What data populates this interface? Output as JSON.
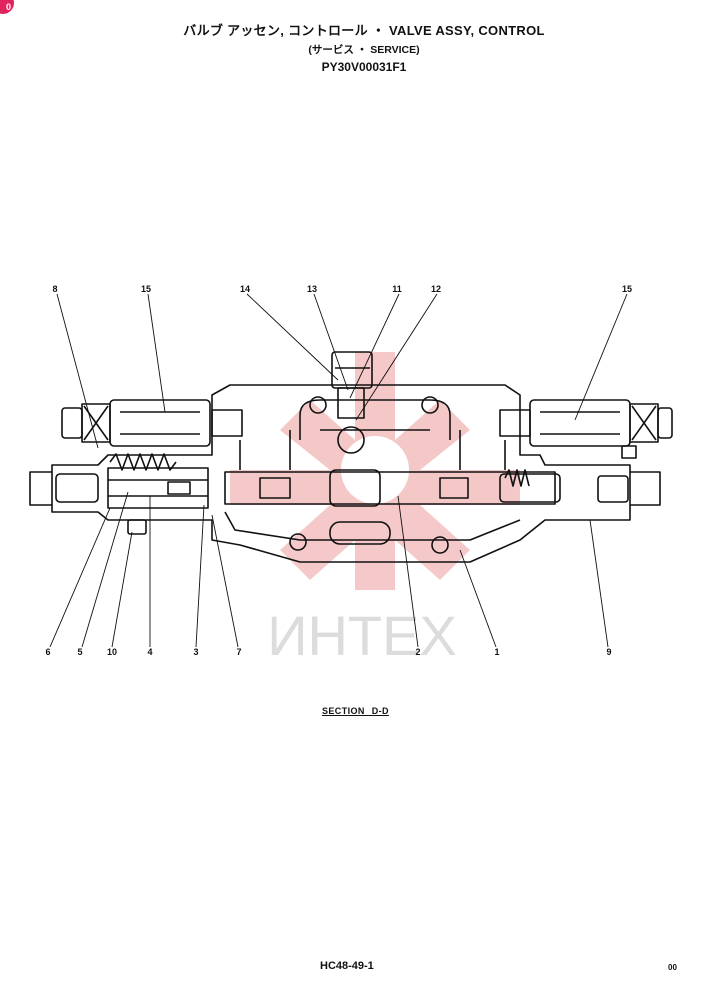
{
  "header": {
    "title_line1": "バルブ アッセン, コントロール ・ VALVE ASSY, CONTROL",
    "title_line2": "(サービス ・ SERVICE)",
    "part_number": "PY30V00031F1"
  },
  "diagram": {
    "section_label": "SECTION D-D",
    "watermark": "ИНТЕХ",
    "callouts": {
      "c8": "8",
      "c15a": "15",
      "c14": "14",
      "c13": "13",
      "c11": "11",
      "c12": "12",
      "c15b": "15",
      "c6": "6",
      "c5": "5",
      "c10": "10",
      "c4": "4",
      "c3": "3",
      "c7": "7",
      "c2": "2",
      "c1": "1",
      "c9": "9"
    }
  },
  "footer": {
    "page_code": "HC48-49-1",
    "page_number": "00"
  },
  "badge": {
    "text": "0"
  },
  "colors": {
    "watermark": "#f4c3c3",
    "ink": "#111111",
    "badge": "#e0245e"
  }
}
